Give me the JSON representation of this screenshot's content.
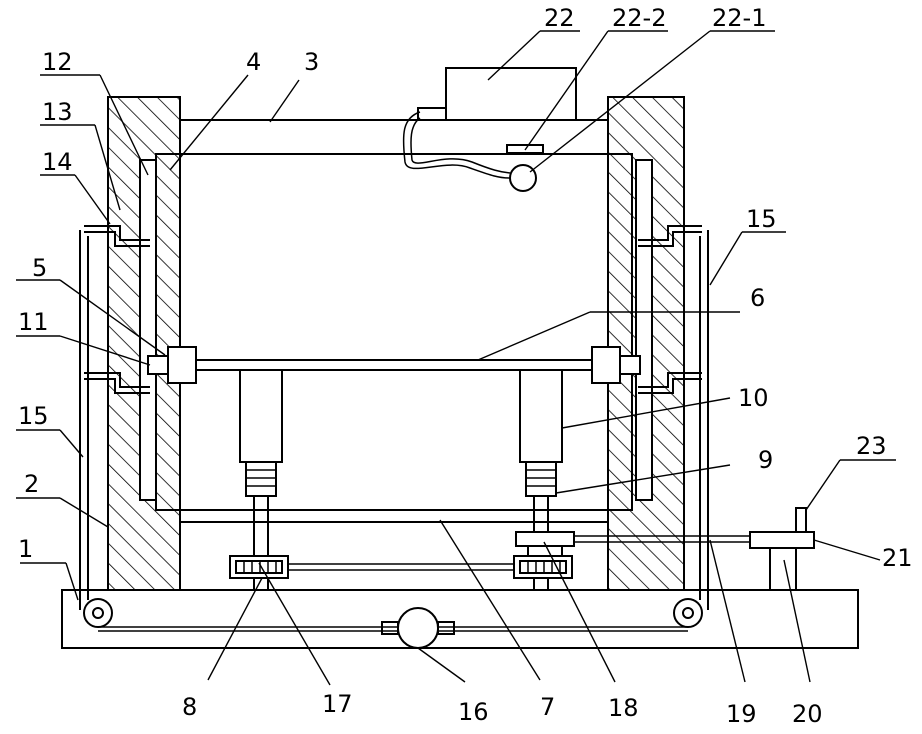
{
  "colors": {
    "line": "#000000",
    "background": "#ffffff"
  },
  "callouts": [
    {
      "label": "1"
    },
    {
      "label": "2"
    },
    {
      "label": "3"
    },
    {
      "label": "4"
    },
    {
      "label": "5"
    },
    {
      "label": "6"
    },
    {
      "label": "7"
    },
    {
      "label": "8"
    },
    {
      "label": "9"
    },
    {
      "label": "10"
    },
    {
      "label": "11"
    },
    {
      "label": "12"
    },
    {
      "label": "13"
    },
    {
      "label": "14"
    },
    {
      "label": "15"
    },
    {
      "label": "15"
    },
    {
      "label": "16"
    },
    {
      "label": "17"
    },
    {
      "label": "18"
    },
    {
      "label": "19"
    },
    {
      "label": "20"
    },
    {
      "label": "21"
    },
    {
      "label": "22"
    },
    {
      "label": "22-2"
    },
    {
      "label": "22-1"
    },
    {
      "label": "23"
    }
  ]
}
